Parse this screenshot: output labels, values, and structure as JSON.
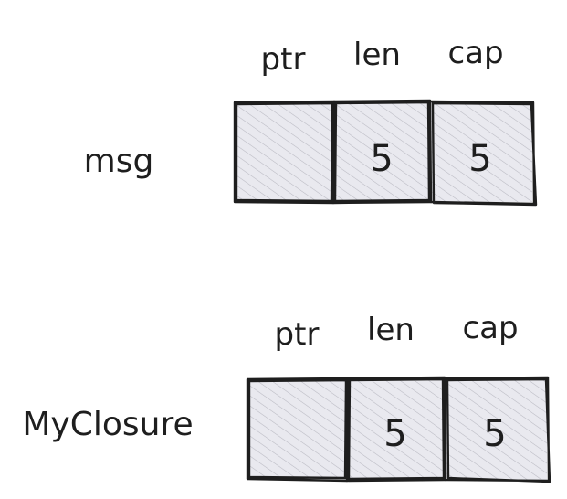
{
  "colors": {
    "stroke": "#1e1e1e",
    "hatch": "#b9b9c2",
    "cell_fill": "#e9e9ef",
    "background": "#ffffff"
  },
  "rows": [
    {
      "label": "msg",
      "fields": [
        {
          "header": "ptr",
          "value": ""
        },
        {
          "header": "len",
          "value": "5"
        },
        {
          "header": "cap",
          "value": "5"
        }
      ]
    },
    {
      "label": "MyClosure",
      "fields": [
        {
          "header": "ptr",
          "value": ""
        },
        {
          "header": "len",
          "value": "5"
        },
        {
          "header": "cap",
          "value": "5"
        }
      ]
    }
  ]
}
